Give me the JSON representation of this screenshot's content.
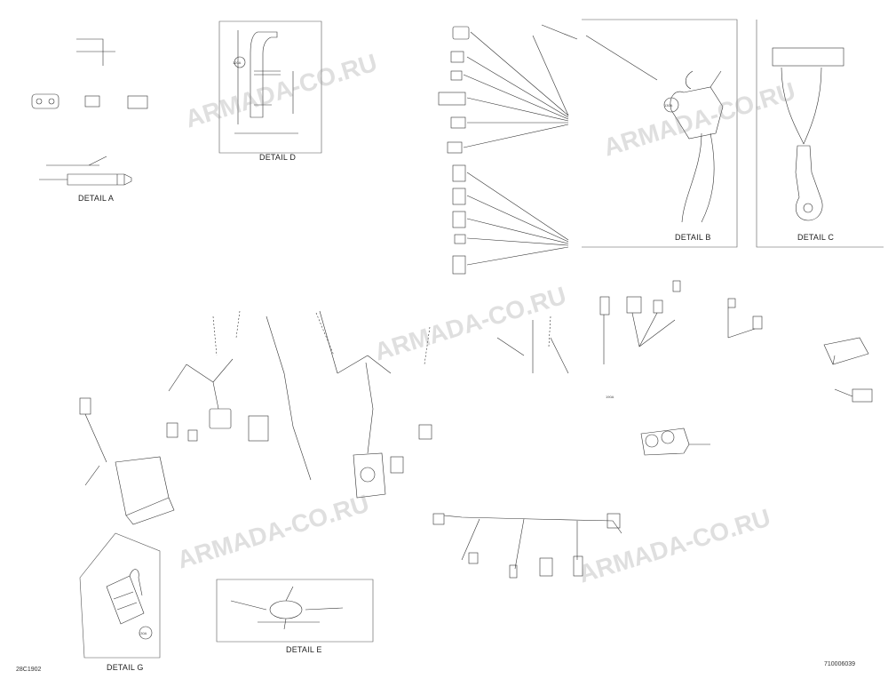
{
  "details": {
    "a": "DETAIL A",
    "b": "DETAIL B",
    "c": "DETAIL C",
    "d": "DETAIL D",
    "e": "DETAIL E",
    "g": "DETAIL G"
  },
  "corner": {
    "left_code": "28C1902",
    "right_code": "710006039"
  },
  "watermark": {
    "text": "ARMADA-CO.RU"
  },
  "callouts": {
    "c1": "120A",
    "c2": "130A",
    "c3": "130A",
    "c4": "190A"
  },
  "colors": {
    "line": "#333333",
    "watermark": "#8c8c8c",
    "frame": "#555555"
  }
}
